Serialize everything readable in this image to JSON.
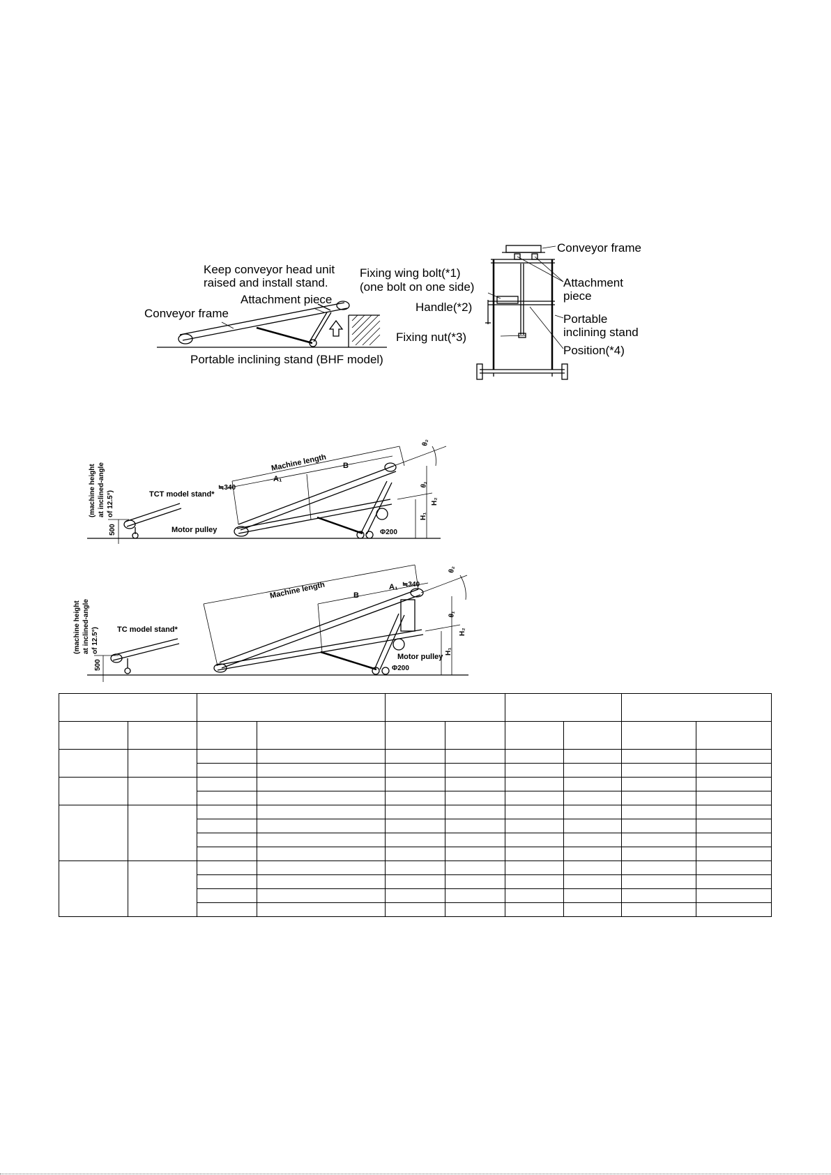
{
  "figure_top": {
    "label_keep_raised": "Keep conveyor head unit\nraised and install stand.",
    "label_attachment_piece": "Attachment piece",
    "label_conveyor_frame": "Conveyor frame",
    "label_portable_stand": "Portable inclining stand (BHF model)"
  },
  "figure_stand": {
    "label_conveyor_frame": "Conveyor frame",
    "label_fixing_wing_bolt": "Fixing wing bolt(*1)",
    "label_one_bolt": "(one bolt on one side)",
    "label_attachment_piece_1": "Attachment",
    "label_attachment_piece_2": "piece",
    "label_handle": "Handle(*2)",
    "label_portable_1": "Portable",
    "label_portable_2": "inclining stand",
    "label_fixing_nut": "Fixing nut(*3)",
    "label_position": "Position(*4)"
  },
  "figure_tct": {
    "label_height_1": "(machine height",
    "label_height_2": "at inclined-angle",
    "label_height_3": "of 12.5°)",
    "label_stand": "TCT model stand*",
    "label_500": "500",
    "label_motor_pulley": "Motor pulley",
    "label_machine_length": "Machine length",
    "label_340": "≒340",
    "label_a1": "A₁",
    "label_b": "B",
    "label_theta2": "θ₂",
    "label_theta1": "θ₁",
    "label_h2": "H₂",
    "label_h1": "H₁",
    "label_phi200": "Φ200"
  },
  "figure_tc": {
    "label_height_1": "(machine height",
    "label_height_2": "at inclined-angle",
    "label_height_3": "of 12.5°)",
    "label_stand": "TC model stand*",
    "label_500": "500",
    "label_machine_length": "Machine length",
    "label_b": "B",
    "label_a1": "A₁",
    "label_340": "≒340",
    "label_theta2": "θ₂",
    "label_theta1": "θ₁",
    "label_h2": "H₂",
    "label_h1": "H₁",
    "label_motor_pulley": "Motor pulley",
    "label_phi200": "Φ200"
  },
  "spec_table": {
    "header_group_cells": [
      "",
      "",
      "",
      "",
      ""
    ],
    "header_sub_cells": [
      "",
      "",
      "",
      "",
      "",
      "",
      "",
      "",
      "",
      ""
    ],
    "groups": [
      {
        "rows": 2
      },
      {
        "rows": 2
      },
      {
        "rows": 4
      },
      {
        "rows": 4
      }
    ]
  }
}
